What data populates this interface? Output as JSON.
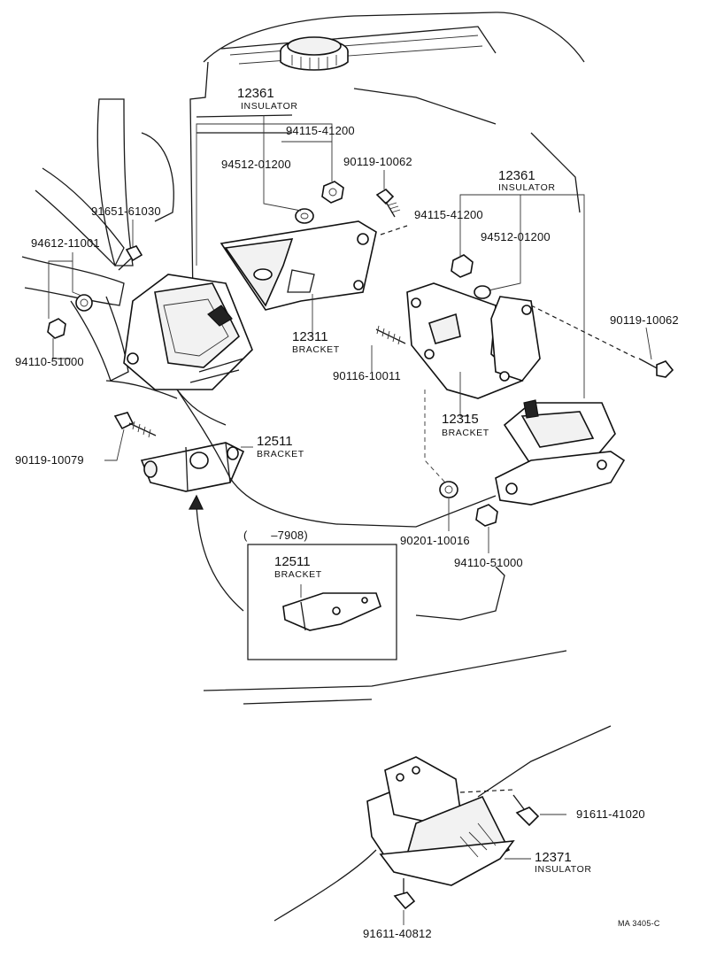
{
  "labels": {
    "ins_top_num": "12361",
    "ins_top_word": "INSULATOR",
    "nut_top": "94115-41200",
    "washer_top": "94512-01200",
    "bolt_top": "90119-10062",
    "bolt_fan": "91651-61030",
    "washer_left": "94612-11001",
    "nut_left": "94110-51000",
    "brk_12311_num": "12311",
    "brk_12311_word": "BRACKET",
    "stud": "90116-10011",
    "ins_right_num": "12361",
    "ins_right_word": "INSULATOR",
    "nut_right": "94115-41200",
    "washer_right": "94512-01200",
    "bolt_right": "90119-10062",
    "brk_12315_num": "12315",
    "brk_12315_word": "BRACKET",
    "bolt_lower_left": "90119-10079",
    "brk_12511_num": "12511",
    "brk_12511_word": "BRACKET",
    "inset_range": "(       –7908)",
    "inset_num": "12511",
    "inset_word": "BRACKET",
    "washer_lower": "90201-10016",
    "nut_lower": "94110-51000",
    "bolt_rear_right": "91611-41020",
    "ins_rear_num": "12371",
    "ins_rear_word": "INSULATOR",
    "bolt_rear_bottom": "91611-40812",
    "code": "MA  3405-C"
  }
}
